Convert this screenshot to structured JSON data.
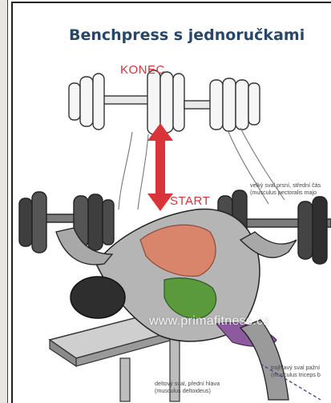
{
  "title": "Benchpress s jednoručkami",
  "labels": {
    "end": "KONEC",
    "start": "START"
  },
  "annotations": {
    "pectoralis_line1": "velký sval prsní, střední čás",
    "pectoralis_line2": "(musculus pectoralis majo",
    "deltoid_line1": "deltový sval, přední hlava",
    "deltoid_line2": "(musculus deltoideus)",
    "triceps_line1": "trojhlavý sval pažní",
    "triceps_line2": "(musculus triceps b"
  },
  "watermark": "www.primafitness.cz",
  "colors": {
    "title": "#26476a",
    "arrow": "#d8343a",
    "pectoral": "#d9856b",
    "deltoid": "#5a9a3c",
    "triceps": "#8d5a9e"
  }
}
